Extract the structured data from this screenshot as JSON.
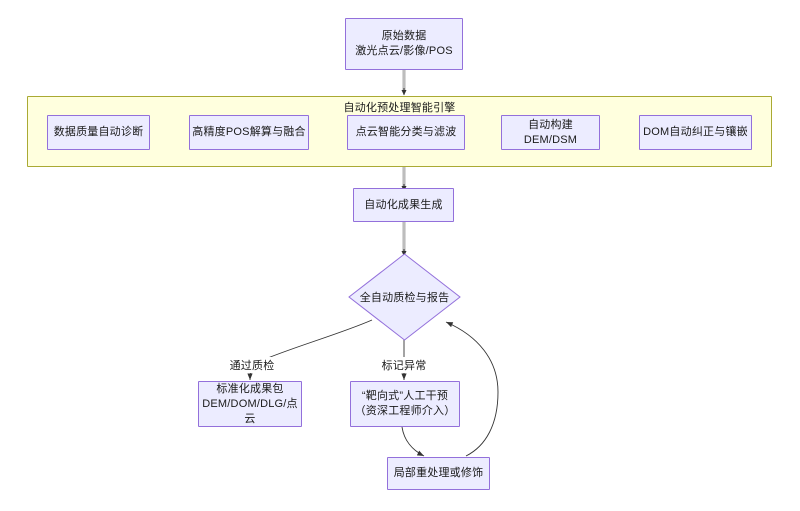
{
  "diagram": {
    "type": "flowchart",
    "direction": "top-down",
    "background": "#ffffff",
    "node_fill": "#ececff",
    "node_stroke": "#9370db",
    "cluster_fill": "#ffffde",
    "cluster_stroke": "#aaaa33",
    "edge_color": "#333333"
  },
  "nodes": {
    "raw_data": {
      "line1": "原始数据",
      "line2": "激光点云/影像/POS"
    },
    "qc_diagnosis": {
      "line1": "数据质量自动诊断"
    },
    "pos_solve": {
      "line1": "高精度POS解算与融合"
    },
    "pointcloud_classify": {
      "line1": "点云智能分类与滤波"
    },
    "build_dem_dsm": {
      "line1": "自动构建DEM/DSM"
    },
    "dom_correct": {
      "line1": "DOM自动纠正与镶嵌"
    },
    "auto_product": {
      "line1": "自动化成果生成"
    },
    "qc_decision": {
      "line1": "全自动质检与报告"
    },
    "standard_package": {
      "line1": "标准化成果包",
      "line2": "DEM/DOM/DLG/点云"
    },
    "manual_intervention": {
      "line1": "“靶向式”人工干预",
      "line2": "（资深工程师介入）"
    },
    "local_reprocess": {
      "line1": "局部重处理或修饰"
    }
  },
  "cluster": {
    "engine_title": "自动化预处理智能引擎"
  },
  "edge_labels": {
    "pass_qc": "通过质检",
    "flag_anomaly": "标记异常"
  }
}
